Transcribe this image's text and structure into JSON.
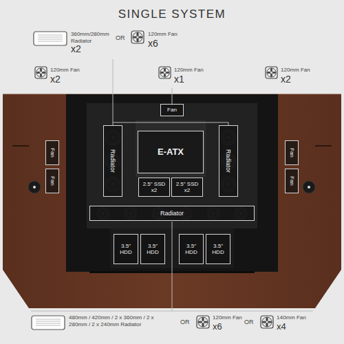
{
  "diagram": {
    "title": "SINGLE SYSTEM",
    "nodes": [
      {
        "text": [
          "Fan"
        ]
      },
      {
        "text": [
          "Fan"
        ]
      },
      {
        "text": [
          "Fan"
        ]
      },
      {
        "text": [
          "Radiator"
        ]
      },
      {
        "text": [
          "E-ATX"
        ]
      },
      {
        "text": [
          "Radiator"
        ]
      },
      {
        "text": [
          "Fan"
        ]
      },
      {
        "text": [
          "Fan"
        ]
      },
      {
        "text": [
          "2.5\" SSD x2"
        ]
      },
      {
        "text": [
          "2.5\" SSD x2"
        ]
      },
      {
        "text": [
          "Radiator"
        ]
      },
      {
        "text": [
          "3.5\" HDD"
        ]
      },
      {
        "text": [
          "3.5\" HDD"
        ]
      },
      {
        "text": [
          "3.5\" HDD"
        ]
      },
      {
        "text": [
          "3.5\" HDD"
        ]
      }
    ],
    "labels": [
      "360mm/280mm Radiator",
      "x2",
      "OR",
      "120mm Fan",
      "x6",
      "120mm Fan",
      "x2",
      "120mm Fan",
      "x1",
      "120mm Fan",
      "x2",
      "480mm / 420mm / 2 x 360mm / 2 x 280mm / 2 x 240mm Radiator",
      "OR",
      "120mm Fan",
      "x6",
      "OR",
      "140mm Fan",
      "x4"
    ]
  }
}
